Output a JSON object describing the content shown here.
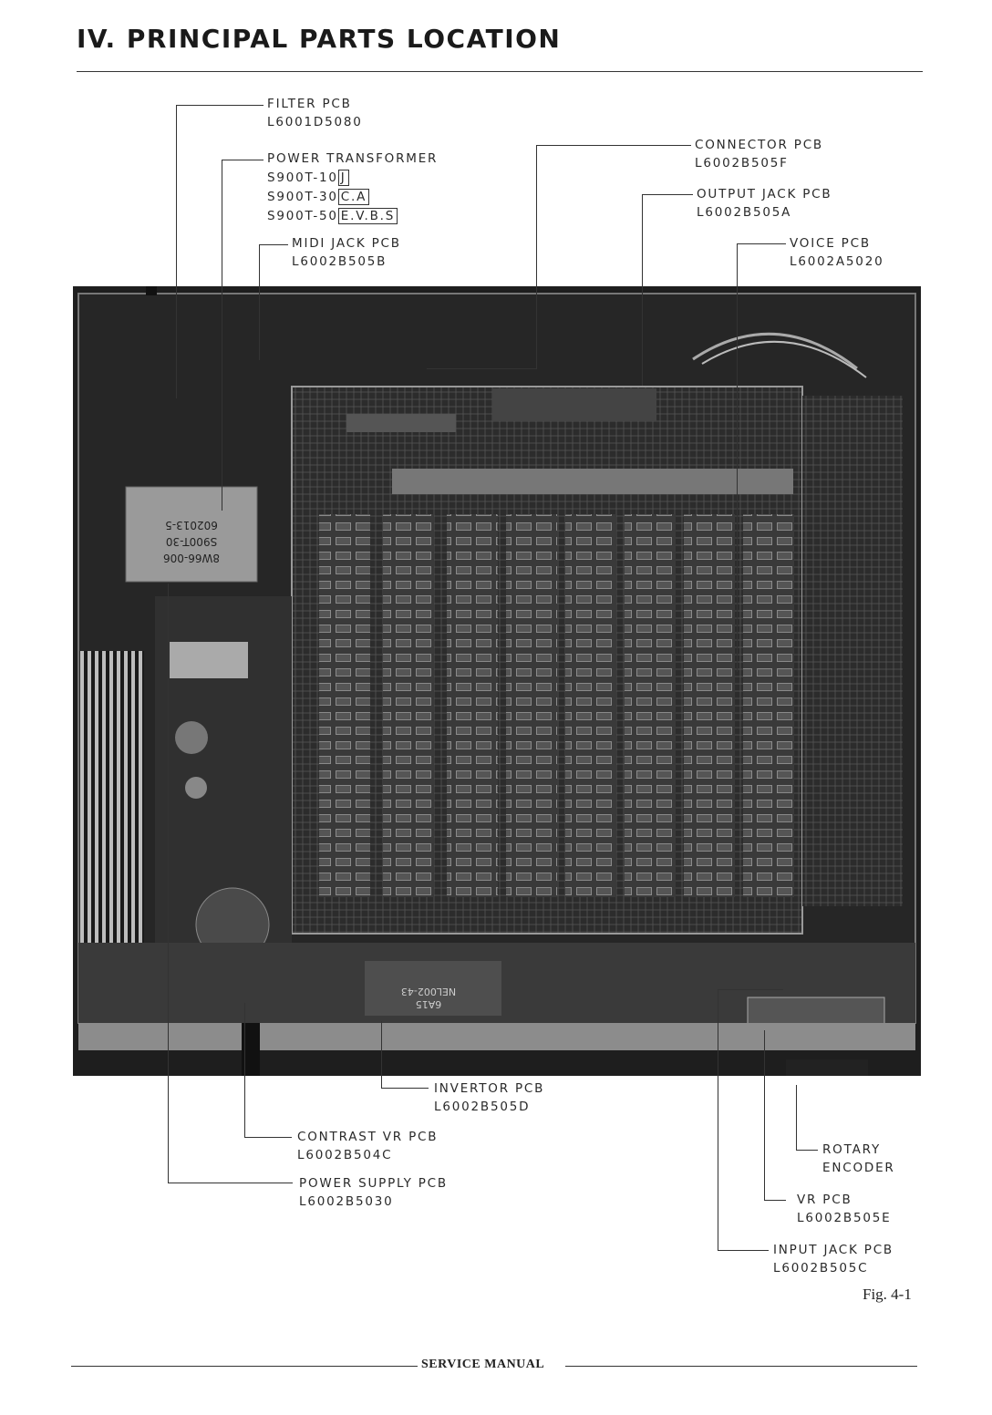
{
  "heading": "IV. PRINCIPAL PARTS LOCATION",
  "labels": {
    "filter": {
      "name": "FILTER PCB",
      "code": "L6001D5080"
    },
    "transformer": {
      "name": "POWER TRANSFORMER",
      "variants": [
        {
          "model": "S900T-10",
          "region": "J"
        },
        {
          "model": "S900T-30",
          "region": "C.A"
        },
        {
          "model": "S900T-50",
          "region": "E.V.B.S"
        }
      ]
    },
    "midi": {
      "name": "MIDI JACK PCB",
      "code": "L6002B505B"
    },
    "connector": {
      "name": "CONNECTOR PCB",
      "code": "L6002B505F"
    },
    "output": {
      "name": "OUTPUT JACK PCB",
      "code": "L6002B505A"
    },
    "voice": {
      "name": "VOICE PCB",
      "code": "L6002A5020"
    },
    "invertor": {
      "name": "INVERTOR PCB",
      "code": "L6002B505D"
    },
    "contrast": {
      "name": "CONTRAST VR PCB",
      "code": "L6002B504C"
    },
    "power_supply": {
      "name": "POWER SUPPLY PCB",
      "code": "L6002B5030"
    },
    "rotary": {
      "line1": "ROTARY",
      "line2": "ENCODER"
    },
    "vr": {
      "name": "VR PCB",
      "code": "L6002B505E"
    },
    "input": {
      "name": "INPUT JACK PCB",
      "code": "L6002B505C"
    }
  },
  "photo_text": {
    "transformer_label_1": "602013-5",
    "transformer_label_2": "S900T-30",
    "transformer_label_3": "8W66-006",
    "invertor_text_1": "NEL002-43",
    "invertor_text_2": "6A15"
  },
  "figure_caption": "Fig. 4-1",
  "footer": "SERVICE MANUAL"
}
